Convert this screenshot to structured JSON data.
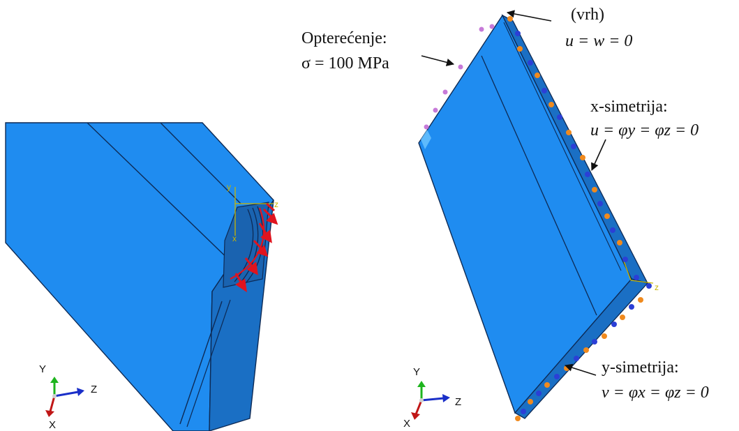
{
  "left_view": {
    "triad": {
      "y": "Y",
      "z": "Z",
      "x": "X"
    },
    "local_axes": {
      "y": "y",
      "z": "z",
      "x": "x"
    }
  },
  "right_view": {
    "load_label": "Opterećenje:",
    "load_value": "σ = 100 MPa",
    "top_label": "(vrh)",
    "top_condition": "u = w = 0",
    "x_sym_label": "x-simetrija:",
    "x_sym_condition": "u = φy = φz = 0",
    "y_sym_label": "y-simetrija:",
    "y_sym_condition": "v = φx = φz = 0",
    "triad": {
      "y": "Y",
      "z": "Z",
      "x": "X"
    },
    "local_z": "z"
  },
  "colors": {
    "face": "#1f8cf0",
    "face_dark": "#1a6fc4",
    "edge": "#0d2a55",
    "load_arrow": "#e0141e",
    "bc_blue": "#2b3fd6",
    "bc_orange": "#f08a1e",
    "pressure": "#c77ad8",
    "axis_yellow": "#c9b400"
  }
}
